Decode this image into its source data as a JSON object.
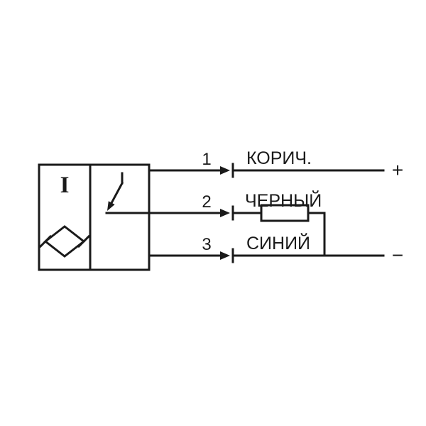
{
  "sensor": {
    "letter": "I"
  },
  "wires": [
    {
      "pin": "1",
      "color": "КОРИЧ.",
      "terminal": "+"
    },
    {
      "pin": "2",
      "color": "ЧЕРНЫЙ"
    },
    {
      "pin": "3",
      "color": "СИНИЙ",
      "terminal": "−"
    }
  ],
  "colors": {
    "line": "#1a1a1a",
    "text": "#1a1a1a",
    "background": "#ffffff"
  }
}
